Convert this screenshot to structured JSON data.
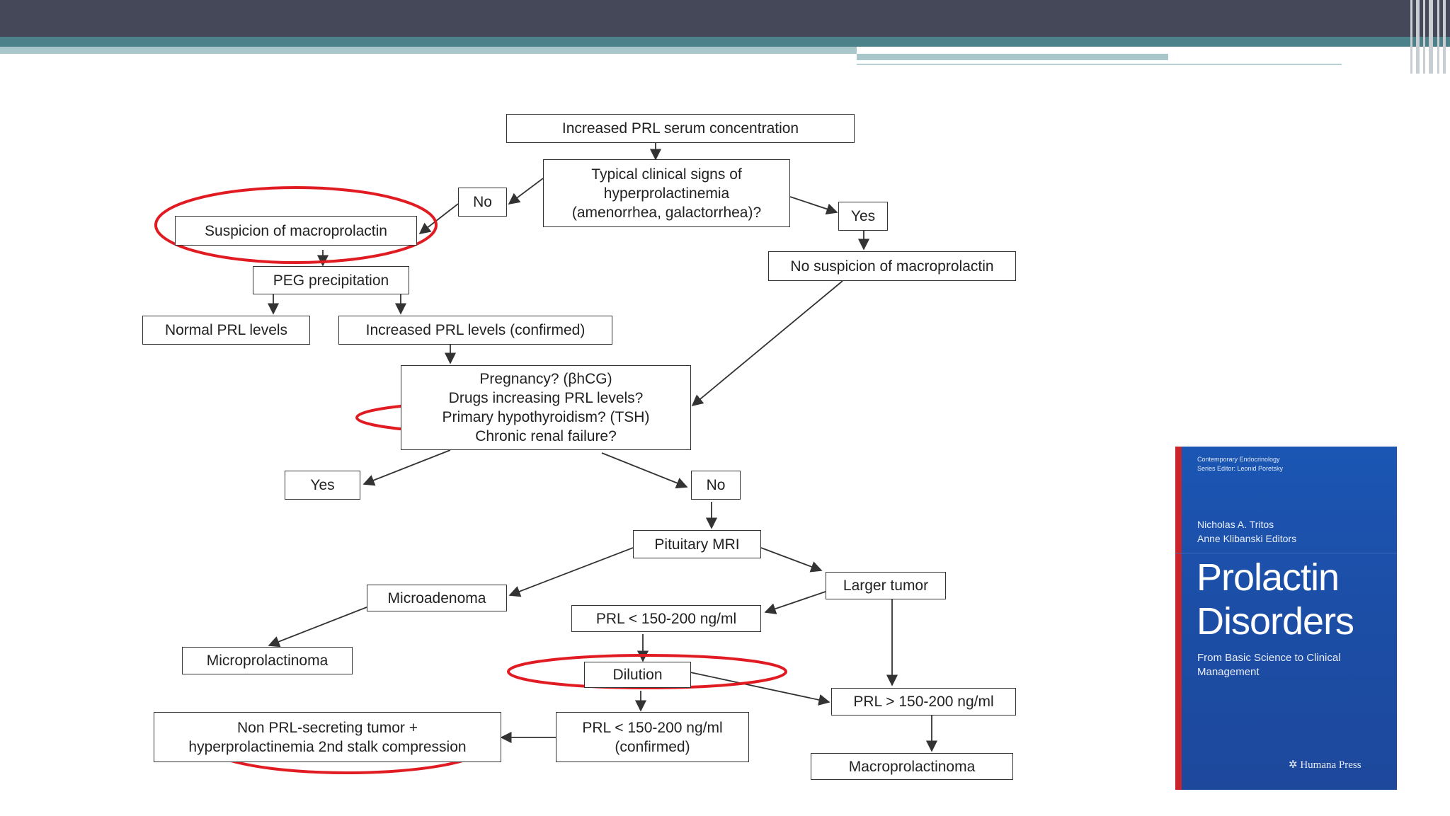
{
  "colors": {
    "header_bar": "#454858",
    "teal_accent": "#4d8189",
    "teal_light": "#a9c7ca",
    "highlight_ellipse": "#e11b22",
    "book_blue": "#1c4fa8",
    "book_spine_red": "#c9232b"
  },
  "flowchart": {
    "nodes": {
      "increased_prl": "Increased PRL serum concentration",
      "typical_signs": "Typical clinical signs of\nhyperprolactinemia\n(amenorrhea, galactorrhea)?",
      "no_top": "No",
      "yes_top": "Yes",
      "suspicion_macro": "Suspicion of macroprolactin",
      "no_suspicion_macro": "No suspicion of macroprolactin",
      "peg": "PEG precipitation",
      "normal_prl": "Normal PRL levels",
      "increased_confirmed": "Increased PRL levels (confirmed)",
      "causes": "Pregnancy? (βhCG)\nDrugs increasing PRL levels?\nPrimary hypothyroidism? (TSH)\nChronic renal failure?",
      "yes_mid": "Yes",
      "no_mid": "No",
      "pituitary_mri": "Pituitary MRI",
      "microadenoma": "Microadenoma",
      "larger_tumor": "Larger tumor",
      "microprolactinoma": "Microprolactinoma",
      "prl_lt": "PRL < 150-200 ng/ml",
      "dilution": "Dilution",
      "prl_gt": "PRL > 150-200 ng/ml",
      "prl_lt_confirmed": "PRL < 150-200 ng/ml\n(confirmed)",
      "non_prl_tumor": "Non PRL-secreting tumor +\nhyperprolactinemia 2nd stalk compression",
      "macroprolactinoma": "Macroprolactinoma"
    },
    "highlighted": [
      "suspicion_macro",
      "primary_hypothyroidism",
      "dilution",
      "stalk_compression"
    ]
  },
  "book": {
    "series": "Contemporary Endocrinology\nSeries Editor: Leonid Poretsky",
    "editors": "Nicholas A. Tritos\nAnne Klibanski  Editors",
    "title": "Prolactin\nDisorders",
    "subtitle": "From Basic Science to Clinical\nManagement",
    "publisher": "Humana Press"
  }
}
